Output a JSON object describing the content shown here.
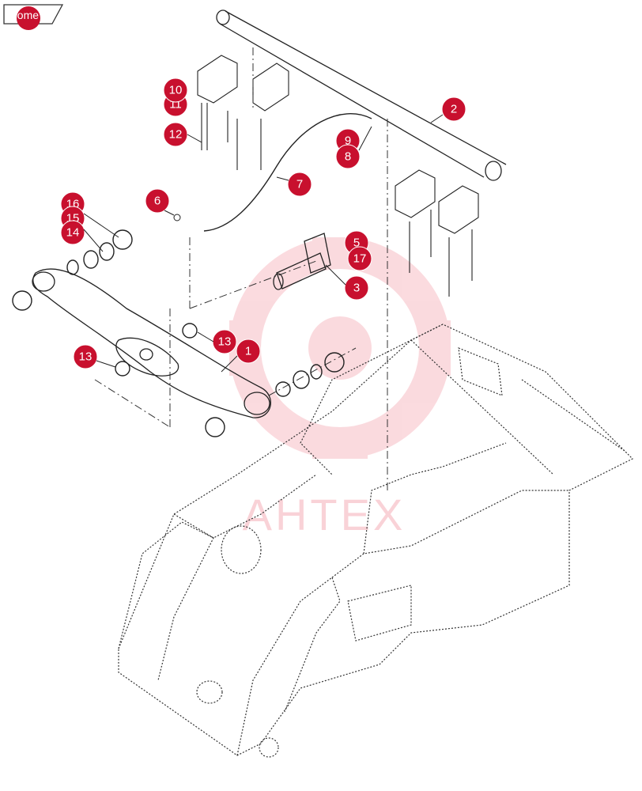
{
  "home": {
    "label": "home"
  },
  "watermark": {
    "text": "AHTEX"
  },
  "callouts": [
    {
      "number": "1"
    },
    {
      "number": "2"
    },
    {
      "number": "3"
    },
    {
      "number": "5"
    },
    {
      "number": "6"
    },
    {
      "number": "7"
    },
    {
      "number": "8"
    },
    {
      "number": "9"
    },
    {
      "number": "10"
    },
    {
      "number": "11"
    },
    {
      "number": "12"
    },
    {
      "number": "13"
    },
    {
      "number": "13"
    },
    {
      "number": "14"
    },
    {
      "number": "15"
    },
    {
      "number": "16"
    },
    {
      "number": "17"
    }
  ],
  "colors": {
    "callout": "#c8102e",
    "line": "#222222",
    "watermark": "#e8384f"
  }
}
